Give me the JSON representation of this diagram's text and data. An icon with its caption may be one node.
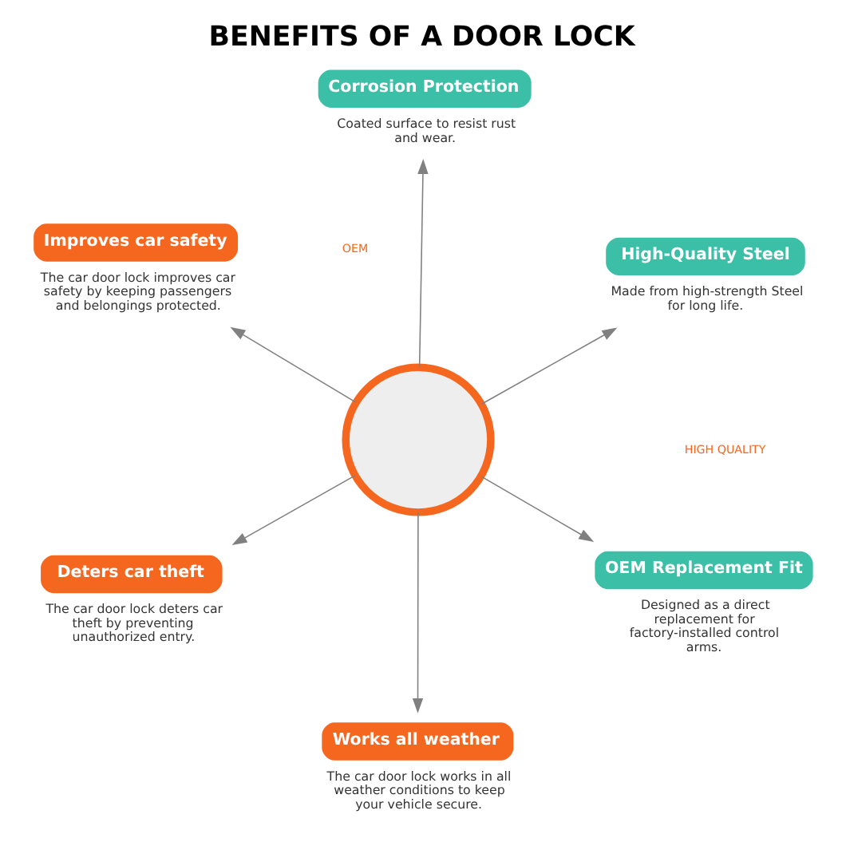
{
  "diagram": {
    "title": "BENEFITS OF A DOOR LOCK",
    "nodes": [
      {
        "text": [],
        "shape": "circle"
      },
      {
        "text": [
          "OEM Replacement Fit"
        ],
        "beside": [
          "Designed as a direct replacement for factory-installed control arms."
        ]
      },
      {
        "text": [
          "Works all weather"
        ],
        "beside": [
          "The car door lock works in all weather conditions to keep your vehicle secure."
        ]
      },
      {
        "text": [
          "Improves car safety"
        ],
        "beside": [
          "The car door lock improves car safety by keeping passengers and belongings protected."
        ]
      },
      {
        "text": [
          "High-Quality Steel"
        ],
        "beside": [
          "Made from high-strength Steel for long life."
        ]
      },
      {
        "text": [
          "Corrosion Protection"
        ],
        "beside": [
          "Coated surface to resist rust and wear."
        ]
      },
      {
        "text": [
          "Deters car theft"
        ],
        "beside": [
          "The car door lock deters car theft by preventing unauthorized entry."
        ]
      }
    ],
    "edges": [
      {
        "from": 0,
        "to": 1,
        "arrow": "to"
      },
      {
        "from": 0,
        "to": 2,
        "arrow": "to"
      },
      {
        "from": 0,
        "to": 3,
        "arrow": "to"
      },
      {
        "from": 0,
        "to": 4,
        "arrow": "to"
      },
      {
        "from": 0,
        "to": 5,
        "arrow": "to"
      },
      {
        "from": 0,
        "to": 6,
        "arrow": "to"
      }
    ],
    "labels": [
      "OEM",
      "HIGH QUALITY"
    ]
  }
}
